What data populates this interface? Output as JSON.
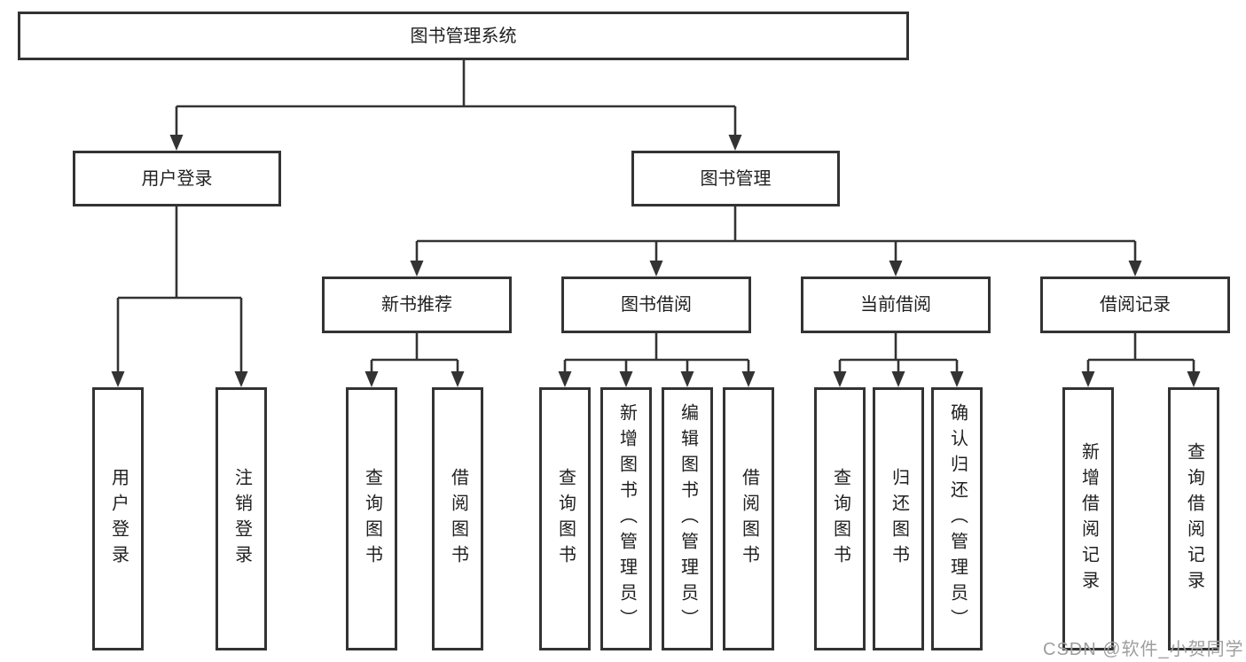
{
  "colors": {
    "line": "#333333",
    "box_border": "#333333",
    "text": "#1f1f1f",
    "background": "#ffffff",
    "watermark": "#9e9e9e"
  },
  "diagram": {
    "root": {
      "label": "图书管理系统"
    },
    "level2": {
      "user_login": {
        "label": "用户登录"
      },
      "book_management": {
        "label": "图书管理"
      }
    },
    "level3": {
      "new_book_recommend": {
        "label": "新书推荐"
      },
      "book_borrowing": {
        "label": "图书借阅"
      },
      "current_borrowing": {
        "label": "当前借阅"
      },
      "borrowing_records": {
        "label": "借阅记录"
      }
    },
    "leaves": {
      "user_login": {
        "label": "用户登录"
      },
      "logout": {
        "label": "注销登录"
      },
      "query_books_recommend": {
        "label": "查询图书"
      },
      "borrow_books_recommend": {
        "label": "借阅图书"
      },
      "query_books_borrowing": {
        "label": "查询图书"
      },
      "add_books_admin": {
        "label": "新增图书（管理员）"
      },
      "edit_books_admin": {
        "label": "编辑图书（管理员）"
      },
      "borrow_books_borrowing": {
        "label": "借阅图书"
      },
      "query_books_current": {
        "label": "查询图书"
      },
      "return_books": {
        "label": "归还图书"
      },
      "confirm_return_admin": {
        "label": "确认归还（管理员）"
      },
      "add_borrow_record": {
        "label": "新增借阅记录"
      },
      "query_borrow_record": {
        "label": "查询借阅记录"
      }
    }
  },
  "watermark": {
    "text": "CSDN @软件_小贺同学"
  }
}
